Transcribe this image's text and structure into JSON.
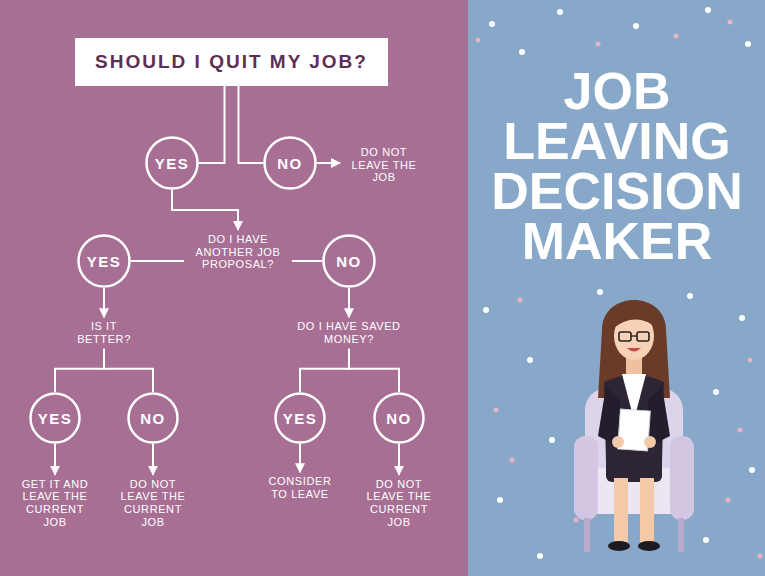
{
  "diagram": {
    "title": "JOB LEAVING DECISION MAKER",
    "nodes": [
      {
        "text": [
          "SHOULD I QUIT MY JOB?"
        ]
      },
      {
        "text": [
          "YES"
        ]
      },
      {
        "text": [
          "NO"
        ]
      },
      {
        "text": [
          "DO NOT LEAVE THE JOB"
        ]
      },
      {
        "text": [
          "DO I HAVE ANOTHER JOB PROPOSAL?"
        ]
      },
      {
        "text": [
          "YES"
        ]
      },
      {
        "text": [
          "NO"
        ]
      },
      {
        "text": [
          "IS IT BETTER?"
        ]
      },
      {
        "text": [
          "DO I HAVE SAVED MONEY?"
        ]
      },
      {
        "text": [
          "YES"
        ]
      },
      {
        "text": [
          "NO"
        ]
      },
      {
        "text": [
          "YES"
        ]
      },
      {
        "text": [
          "NO"
        ]
      },
      {
        "text": [
          "GET IT AND LEAVE THE CURRENT JOB"
        ]
      },
      {
        "text": [
          "DO NOT LEAVE THE CURRENT JOB"
        ]
      },
      {
        "text": [
          "CONSIDER TO LEAVE"
        ]
      },
      {
        "text": [
          "DO NOT LEAVE THE CURRENT JOB"
        ]
      }
    ],
    "edges": [
      {
        "from": 0,
        "to": 1,
        "arrow": "none"
      },
      {
        "from": 0,
        "to": 2,
        "arrow": "none"
      },
      {
        "from": 2,
        "to": 3,
        "arrow": "to"
      },
      {
        "from": 1,
        "to": 4,
        "arrow": "to"
      },
      {
        "from": 4,
        "to": 5,
        "arrow": "none"
      },
      {
        "from": 4,
        "to": 6,
        "arrow": "none"
      },
      {
        "from": 5,
        "to": 7,
        "arrow": "to"
      },
      {
        "from": 6,
        "to": 8,
        "arrow": "to"
      },
      {
        "from": 7,
        "to": 9,
        "arrow": "none"
      },
      {
        "from": 7,
        "to": 10,
        "arrow": "none"
      },
      {
        "from": 8,
        "to": 11,
        "arrow": "none"
      },
      {
        "from": 8,
        "to": 12,
        "arrow": "none"
      },
      {
        "from": 9,
        "to": 13,
        "arrow": "to"
      },
      {
        "from": 10,
        "to": 14,
        "arrow": "to"
      },
      {
        "from": 11,
        "to": 15,
        "arrow": "to"
      },
      {
        "from": 12,
        "to": 16,
        "arrow": "to"
      }
    ]
  }
}
